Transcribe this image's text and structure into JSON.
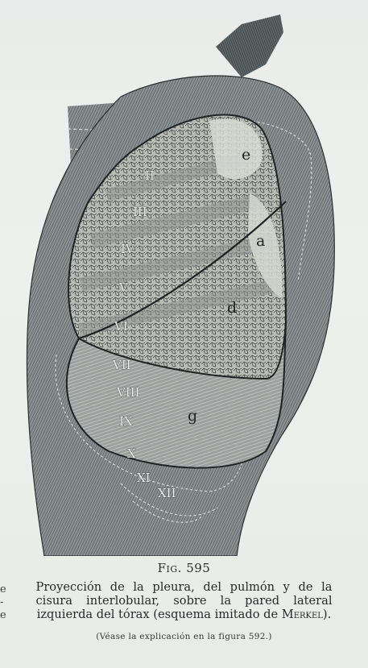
{
  "figure": {
    "rib_labels": [
      "II",
      "III",
      "IV",
      "V",
      "VI",
      "VII",
      "VIII",
      "IX",
      "X",
      "XI",
      "XII"
    ],
    "region_letters": [
      "e",
      "a",
      "d",
      "g"
    ]
  },
  "caption": {
    "fig_prefix": "Fig.",
    "fig_number": "595",
    "text": "Proyección de la pleura, del pulmón y de la cisura interlobular, sobre la pared lateral izquierda del tórax (esquema imitado de",
    "text_author": "Merkel).",
    "note": "(Véase la explicación en la figura 592.)"
  },
  "margin_fragments": [
    "e",
    "-",
    "e"
  ]
}
